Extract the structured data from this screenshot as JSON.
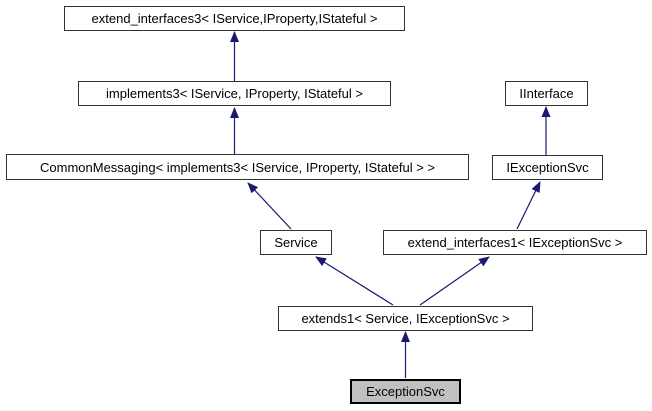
{
  "diagram": {
    "type": "class-inheritance-graph",
    "background_color": "#ffffff",
    "arrow_color": "#191970",
    "node_border_color": "#333333",
    "node_fill_color": "#ffffff",
    "current_node_fill_color": "#c0c0c0",
    "current_node_border_color": "#000000",
    "nodes": [
      {
        "id": "extend_interfaces3",
        "label": "extend_interfaces3< IService,IProperty,IStateful >",
        "current": false
      },
      {
        "id": "implements3",
        "label": "implements3< IService, IProperty, IStateful >",
        "current": false
      },
      {
        "id": "CommonMessaging",
        "label": "CommonMessaging< implements3< IService, IProperty, IStateful > >",
        "current": false
      },
      {
        "id": "IInterface",
        "label": "IInterface",
        "current": false
      },
      {
        "id": "IExceptionSvc",
        "label": "IExceptionSvc",
        "current": false
      },
      {
        "id": "Service",
        "label": "Service",
        "current": false
      },
      {
        "id": "extend_interfaces1",
        "label": "extend_interfaces1< IExceptionSvc >",
        "current": false
      },
      {
        "id": "extends1",
        "label": "extends1< Service, IExceptionSvc >",
        "current": false
      },
      {
        "id": "ExceptionSvc",
        "label": "ExceptionSvc",
        "current": true
      }
    ],
    "edges": [
      {
        "from": "implements3",
        "to": "extend_interfaces3"
      },
      {
        "from": "CommonMessaging",
        "to": "implements3"
      },
      {
        "from": "Service",
        "to": "CommonMessaging"
      },
      {
        "from": "IExceptionSvc",
        "to": "IInterface"
      },
      {
        "from": "extend_interfaces1",
        "to": "IExceptionSvc"
      },
      {
        "from": "extends1",
        "to": "Service"
      },
      {
        "from": "extends1",
        "to": "extend_interfaces1"
      },
      {
        "from": "ExceptionSvc",
        "to": "extends1"
      }
    ]
  }
}
